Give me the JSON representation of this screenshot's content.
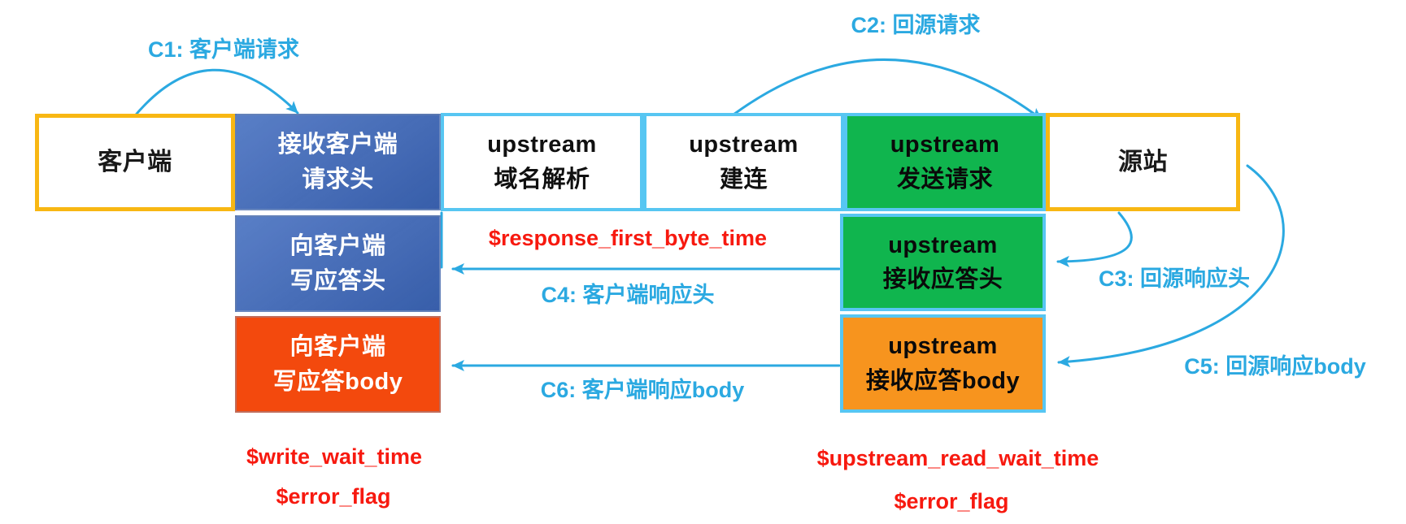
{
  "boxes": {
    "client": {
      "lines": [
        "客户端"
      ]
    },
    "recv_request_header": {
      "lines": [
        "接收客户端",
        "请求头"
      ]
    },
    "dns_resolve": {
      "lines": [
        "upstream",
        "域名解析"
      ]
    },
    "connect": {
      "lines": [
        "upstream",
        "建连"
      ]
    },
    "send_request": {
      "lines": [
        "upstream",
        "发送请求"
      ]
    },
    "origin": {
      "lines": [
        "源站"
      ]
    },
    "write_response_header": {
      "lines": [
        "向客户端",
        "写应答头"
      ]
    },
    "recv_response_header": {
      "lines": [
        "upstream",
        "接收应答头"
      ]
    },
    "write_response_body": {
      "lines": [
        "向客户端",
        "写应答body"
      ]
    },
    "recv_response_body": {
      "lines": [
        "upstream",
        "接收应答body"
      ]
    }
  },
  "arrows": {
    "c1": {
      "label": "C1: 客户端请求"
    },
    "c2": {
      "label": "C2: 回源请求"
    },
    "c3": {
      "label": "C3: 回源响应头"
    },
    "c4": {
      "label": "C4: 客户端响应头"
    },
    "c5": {
      "label": "C5: 回源响应body"
    },
    "c6": {
      "label": "C6: 客户端响应body"
    }
  },
  "metrics": {
    "response_first_byte_time": "$response_first_byte_time",
    "write_wait_time": "$write_wait_time",
    "error_flag_client": "$error_flag",
    "upstream_read_wait_time": "$upstream_read_wait_time",
    "error_flag_upstream": "$error_flag"
  },
  "colors": {
    "arrow_blue": "#2BA9E1",
    "metric_red": "#F7190F",
    "box_blue": "#3E69BD",
    "green": "#10B54E",
    "orange": "#F7941E",
    "red_orange": "#F3490D",
    "yellow_border": "#F8B713",
    "cyan_border": "#57C6F2"
  }
}
